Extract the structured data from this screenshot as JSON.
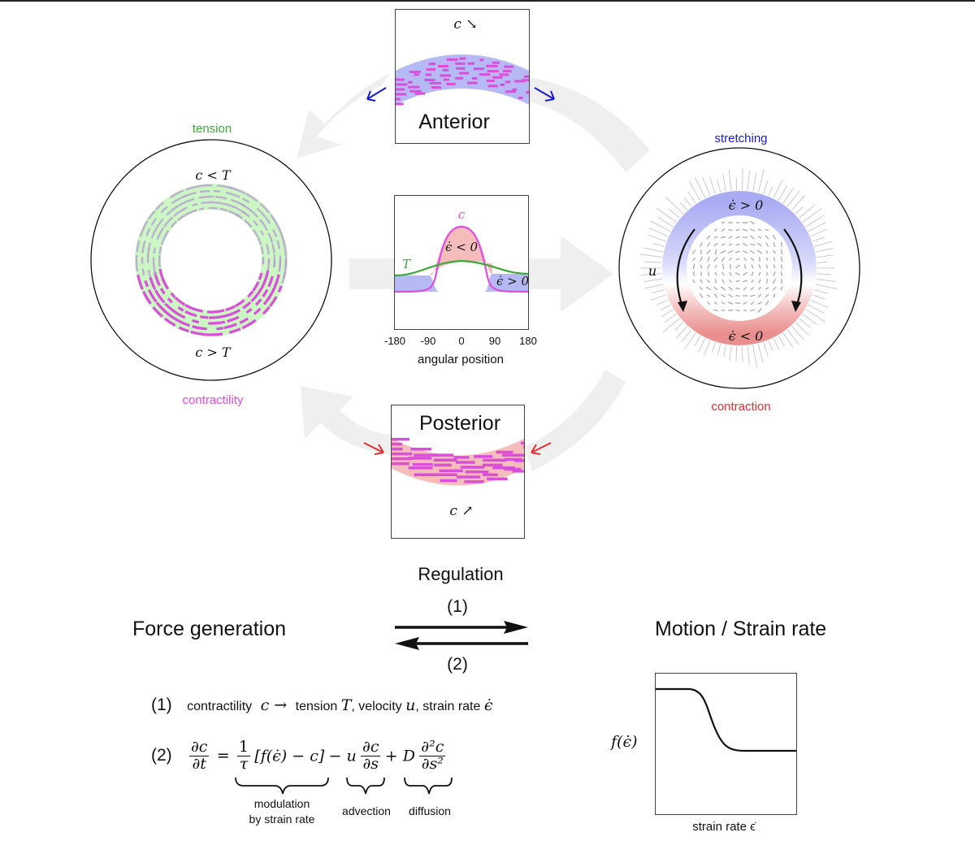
{
  "colors": {
    "tension": "#3aa83a",
    "contractility": "#e04ce0",
    "stretching": "#1a1ad0",
    "contraction": "#e03030",
    "blue_band": "#b7b9f5",
    "pink_band": "#f5bcbc",
    "green_band": "#c9f7c2",
    "filament": "#d94fd9",
    "flow_arrow": "#eeeeee"
  },
  "anterior_panel": {
    "label": "Anterior",
    "annotation": "c ↘"
  },
  "posterior_panel": {
    "label": "Posterior",
    "annotation": "c ↗"
  },
  "left_ring": {
    "top_label": "tension",
    "bottom_label": "contractility",
    "inner_top": "c < T",
    "inner_bottom": "c > T"
  },
  "right_ring": {
    "top_label": "stretching",
    "bottom_label": "contraction",
    "inner_top": "ϵ̇ > 0",
    "inner_bottom": "ϵ̇ < 0",
    "side_label": "u"
  },
  "center_plot": {
    "c_label": "c",
    "T_label": "T",
    "neg_label": "ϵ̇ < 0",
    "pos_label": "ϵ̇ > 0",
    "xlabel": "angular position",
    "xticks": [
      "-180",
      "-90",
      "0",
      "90",
      "180"
    ]
  },
  "regulation": {
    "title": "Regulation",
    "arrow1_label": "(1)",
    "arrow2_label": "(2)",
    "left_label": "Force generation",
    "right_label": "Motion / Strain rate"
  },
  "eq1": {
    "num": "(1)",
    "contractility": "contractility",
    "c_arrow": "c →",
    "tension": "tension",
    "T": "T",
    "velocity": ", velocity",
    "u": "u",
    "strain_rate": ",  strain rate",
    "eps": "ϵ̇"
  },
  "eq2": {
    "num": "(2)",
    "lhs_num": "∂c",
    "lhs_den": "∂t",
    "eq": "=",
    "tau_num": "1",
    "tau_den": "τ",
    "bracket": "[f(ϵ̇) − c]",
    "minus_u": "− u",
    "adv_num": "∂c",
    "adv_den": "∂s",
    "plus_D": "+ D",
    "diff_num": "∂²c",
    "diff_den": "∂s²",
    "brace1_label_line1": "modulation",
    "brace1_label_line2": "by strain rate",
    "brace2_label": "advection",
    "brace3_label": "diffusion"
  },
  "f_plot": {
    "ylabel": "f(ϵ̇)",
    "xlabel": "strain rate ϵ̇"
  }
}
